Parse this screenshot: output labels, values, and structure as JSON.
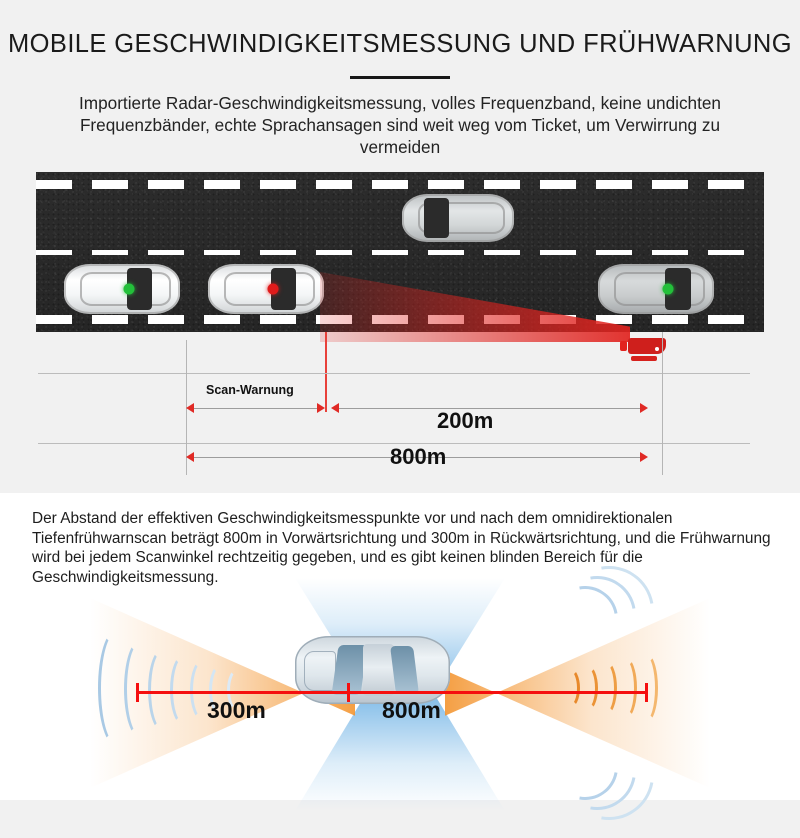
{
  "header": {
    "title": "MOBILE GESCHWINDIGKEITSMESSUNG UND FRÜHWARNUNG",
    "subtitle": "Importierte Radar-Geschwindigkeitsmessung, volles Frequenzband, keine undichten Frequenzbänder, echte Sprachansagen sind weit weg vom Ticket, um Verwirrung zu vermeiden"
  },
  "road_figure": {
    "name": "highway-top-view-illustration",
    "cars": [
      {
        "id": "car-lane-top",
        "color": "#d6d9da",
        "indicator": null,
        "facing": "right"
      },
      {
        "id": "car-left-green",
        "color": "#f6f7f8",
        "indicator": "#23c03a",
        "facing": "right"
      },
      {
        "id": "car-left-red",
        "color": "#f6f7f8",
        "indicator": "#e01b1b",
        "facing": "right"
      },
      {
        "id": "car-right-green",
        "color": "#c9cccd",
        "indicator": "#23c03a",
        "facing": "left"
      }
    ],
    "speed_camera": {
      "name": "speed-camera-device",
      "color": "#cf1f1c"
    },
    "beam_color": "#e0231f"
  },
  "scale": {
    "scan_warning_label": "Scan-Warnung",
    "forward_label": "200m",
    "total_label": "800m",
    "arrow_color": "#e02a25",
    "gridline_color": "#bcbcbc"
  },
  "bottom": {
    "paragraph": "Der Abstand der effektiven Geschwindigkeitsmesspunkte vor und nach dem omnidirektionalen Tiefenfrühwarnscan beträgt 800m in Vorwärtsrichtung und 300m in Rückwärtsrichtung, und die Frühwarnung wird bei jedem Scanwinkel rechtzeitig gegeben, und es gibt keinen blinden Bereich für die Geschwindigkeitsmessung."
  },
  "radar_figure": {
    "name": "omnidirectional-radar-diagram",
    "rear_label": "300m",
    "forward_label": "800m",
    "measure_line_color": "#f50f0f",
    "cone_forward_color": "#f3922a",
    "cone_side_color": "#60aae2"
  },
  "colors": {
    "page_background": "#f1f1f1",
    "panel_background": "#ffffff",
    "road_asphalt": "#2c2c2c",
    "text_primary": "#1b1b1b"
  }
}
